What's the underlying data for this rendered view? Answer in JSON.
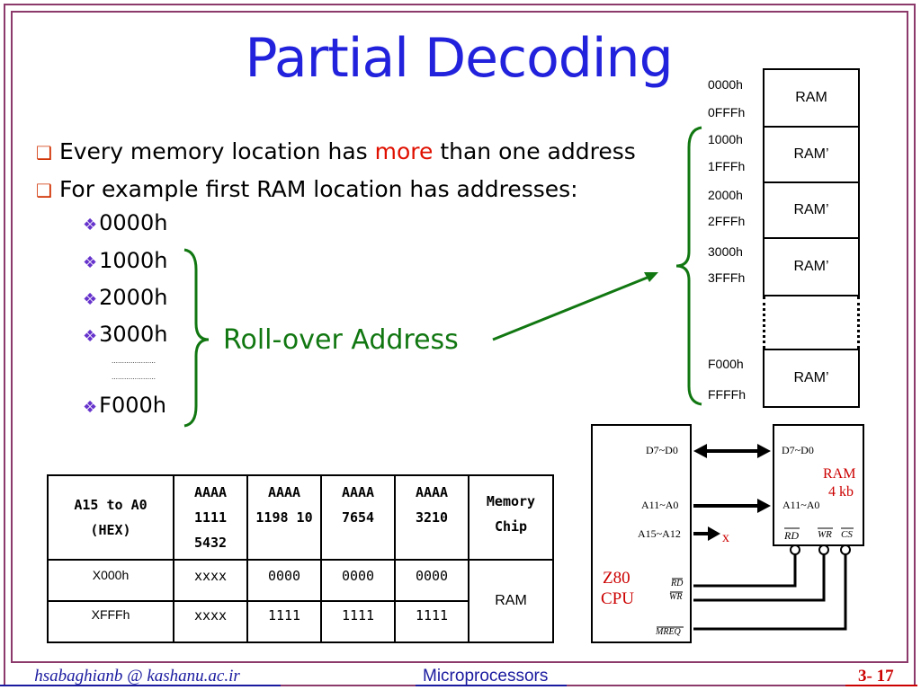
{
  "title": "Partial Decoding",
  "bullets": {
    "b1_pre": "Every memory location has ",
    "b1_more": "more",
    "b1_post": " than one address",
    "b2": "For example first RAM location has addresses:"
  },
  "addresses": [
    "0000h",
    "1000h",
    "2000h",
    "3000h",
    "F000h"
  ],
  "rollover": "Roll-over Address",
  "memory_map": {
    "cells": [
      {
        "label": "RAM",
        "start": "0000h",
        "end": "0FFFh"
      },
      {
        "label": "RAM’",
        "start": "1000h",
        "end": "1FFFh"
      },
      {
        "label": "RAM’",
        "start": "2000h",
        "end": "2FFFh"
      },
      {
        "label": "RAM’",
        "start": "3000h",
        "end": "3FFFh"
      },
      {
        "label": "RAM’",
        "start": "F000h",
        "end": "FFFFh"
      }
    ]
  },
  "table": {
    "header": [
      "A15 to A0 (HEX)",
      "AAAA 1111 5432",
      "AAAA 1198 10",
      "AAAA 7654",
      "AAAA 3210",
      "Memory Chip"
    ],
    "rows": [
      {
        "hex": "X000h",
        "b1": "xxxx",
        "b2": "0000",
        "b3": "0000",
        "b4": "0000"
      },
      {
        "hex": "XFFFh",
        "b1": "xxxx",
        "b2": "1111",
        "b3": "1111",
        "b4": "1111"
      }
    ],
    "chip": "RAM"
  },
  "circuit": {
    "cpu_label1": "Z80",
    "cpu_label2": "CPU",
    "cpu_data": "D7~D0",
    "cpu_addr_low": "A11~A0",
    "cpu_addr_high": "A15~A12",
    "cpu_rd": "RD",
    "cpu_wr": "WR",
    "cpu_mreq": "MREQ",
    "ram_data": "D7~D0",
    "ram_label1": "RAM",
    "ram_label2": "4 kb",
    "ram_addr": "A11~A0",
    "ram_rd": "RD",
    "ram_wr": "WR",
    "ram_cs": "CS",
    "unconnected": "x"
  },
  "footer": {
    "author": "hsabaghianb @ kashanu.ac.ir",
    "course": "Microprocessors",
    "page": "3- 17"
  },
  "colors": {
    "title": "#2222dd",
    "rollover": "#117711",
    "highlight": "#e01000",
    "frame": "#8c3a6b",
    "footer_blue": "#1a1aa0",
    "footer_red": "#cc0000"
  }
}
